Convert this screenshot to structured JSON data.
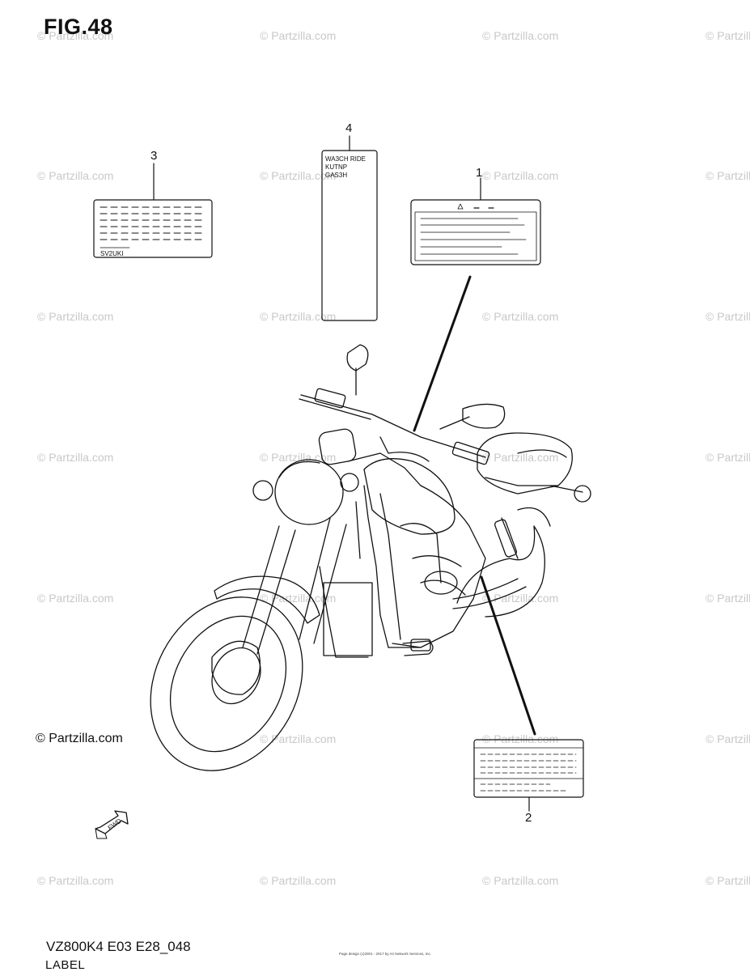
{
  "figure": {
    "title": "FIG.48",
    "model_code": "VZ800K4 E03 E28_048",
    "section": "LABEL",
    "copyright": "© Partzilla.com",
    "small_print": "Page design (c)2001 - 2017 by Ari Network Services, Inc.",
    "watermark": "© Partzilla.com"
  },
  "callouts": [
    {
      "id": "1",
      "label": "1"
    },
    {
      "id": "2",
      "label": "2"
    },
    {
      "id": "3",
      "label": "3"
    },
    {
      "id": "4",
      "label": "4"
    }
  ],
  "label_4_text": [
    "WA3CH RIDE",
    "KUTNP",
    "GAS3H"
  ],
  "label_3_text": "SV2UKI",
  "fwd_arrow_text": "FWD",
  "colors": {
    "ink": "#111111",
    "watermark": "#c8c8c8",
    "background": "#ffffff"
  }
}
